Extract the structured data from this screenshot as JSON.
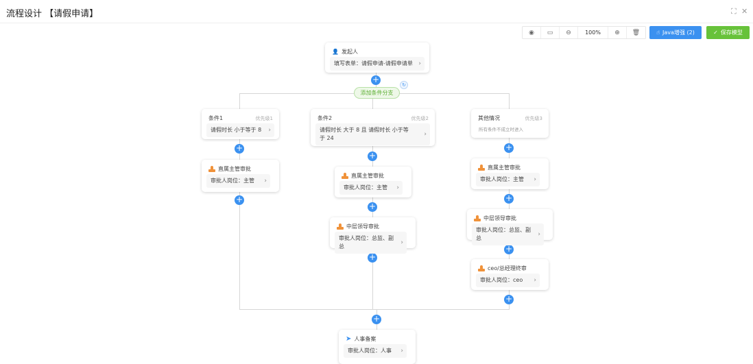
{
  "title": "流程设计 【请假申请】",
  "toolbar": {
    "preview_icon": "eye-icon",
    "minimap_icon": "map-icon",
    "zoom_out_icon": "zoom-out-icon",
    "zoom": "100%",
    "zoom_in_icon": "zoom-in-icon",
    "delete_icon": "trash-icon",
    "java_label": "Java增强 (2)",
    "save_label": "保存模型"
  },
  "colors": {
    "primary": "#3b91f0",
    "success": "#67c23a",
    "approver": "#f0923a"
  },
  "start": {
    "title": "发起人",
    "body": "填写表单：请假申请-请假申请单"
  },
  "add_branch": "添加条件分支",
  "conditions": [
    {
      "title": "条件1",
      "priority": "优先级1",
      "body": "请假时长 小于等于 8"
    },
    {
      "title": "条件2",
      "priority": "优先级2",
      "body": "请假时长 大于 8 且 请假时长 小于等于 24"
    },
    {
      "title": "其他情况",
      "priority": "优先级3",
      "desc": "所有条件不成立时进入"
    }
  ],
  "approvals": {
    "c1_a": {
      "title": "直属主管审批",
      "body": "审批人岗位：主管"
    },
    "c2_a": {
      "title": "直属主管审批",
      "body": "审批人岗位：主管"
    },
    "c2_b": {
      "title": "中层领导审批",
      "body": "审批人岗位：总监、副总"
    },
    "c3_a": {
      "title": "直属主管审批",
      "body": "审批人岗位：主管"
    },
    "c3_b": {
      "title": "中层领导审批",
      "body": "审批人岗位：总监、副总"
    },
    "c3_c": {
      "title": "ceo/总经理终审",
      "body": "审批人岗位：ceo"
    }
  },
  "cc": {
    "title": "人事备案",
    "body": "审批人岗位：人事"
  }
}
